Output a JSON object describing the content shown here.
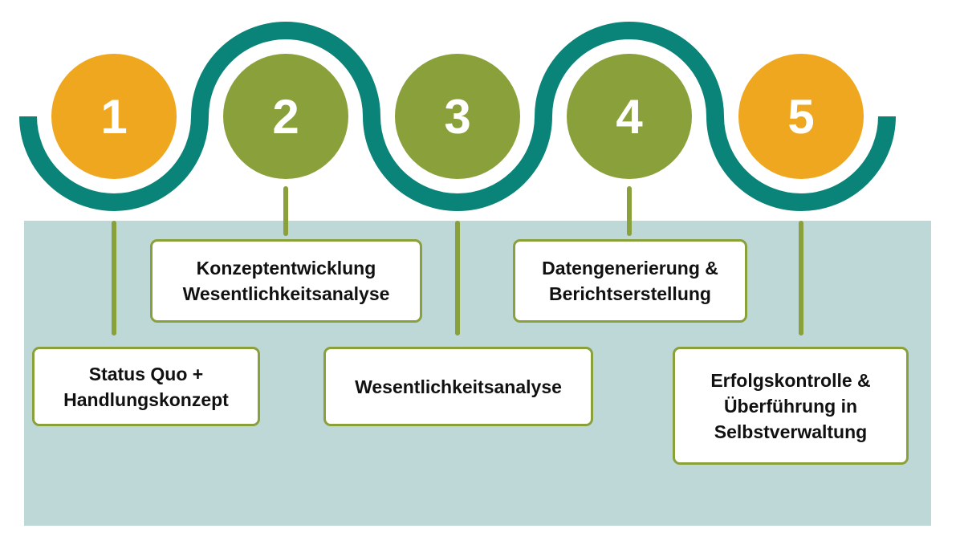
{
  "colors": {
    "wave": "#0a8478",
    "orange": "#eea71f",
    "green": "#8aa03a",
    "panel": "#bdd8d6"
  },
  "steps": [
    {
      "number": "1",
      "label": "Status Quo +\nHandlungskonzept"
    },
    {
      "number": "2",
      "label": "Konzeptentwicklung\nWesentlichkeitsanalyse"
    },
    {
      "number": "3",
      "label": "Wesentlichkeitsanalyse"
    },
    {
      "number": "4",
      "label": "Datengenerierung &\nBerichtserstellung"
    },
    {
      "number": "5",
      "label": "Erfolgskontrolle &\nÜberführung in\nSelbstverwaltung"
    }
  ]
}
